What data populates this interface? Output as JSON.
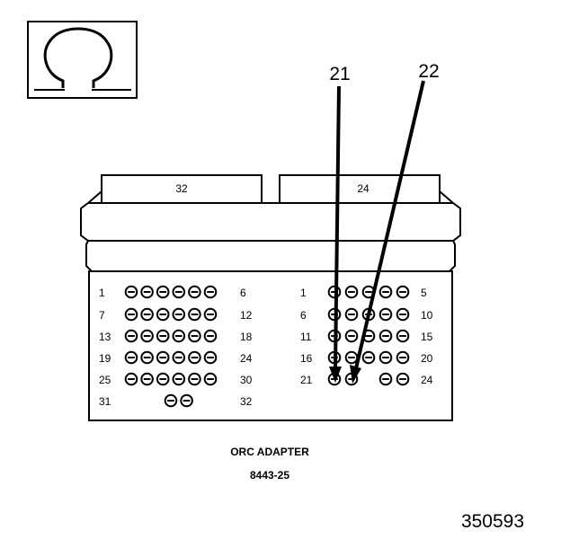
{
  "symbol": {
    "icon": "ohm-icon"
  },
  "connectors": {
    "left": {
      "header": "32",
      "rows": [
        {
          "start": "1",
          "end": "6",
          "count": 6
        },
        {
          "start": "7",
          "end": "12",
          "count": 6
        },
        {
          "start": "13",
          "end": "18",
          "count": 6
        },
        {
          "start": "19",
          "end": "24",
          "count": 6
        },
        {
          "start": "25",
          "end": "30",
          "count": 6
        },
        {
          "start": "31",
          "end": "32",
          "count": 2
        }
      ]
    },
    "right": {
      "header": "24",
      "rows": [
        {
          "start": "1",
          "end": "5",
          "count": 5
        },
        {
          "start": "6",
          "end": "10",
          "count": 5
        },
        {
          "start": "11",
          "end": "15",
          "count": 5
        },
        {
          "start": "16",
          "end": "20",
          "count": 5
        },
        {
          "start": "21",
          "end": "24",
          "count": 4
        }
      ]
    }
  },
  "callouts": [
    {
      "label": "21",
      "target": "right pin 21"
    },
    {
      "label": "22",
      "target": "right pin 22"
    }
  ],
  "caption": {
    "line1": "ORC ADAPTER",
    "line2": "8443-25"
  },
  "figure_number": "350593"
}
